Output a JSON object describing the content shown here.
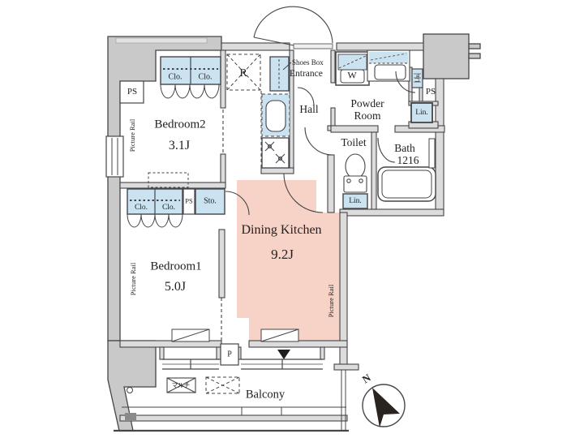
{
  "floorplan": {
    "rooms": {
      "bedroom2": {
        "name": "Bedroom2",
        "size": "3.1J"
      },
      "bedroom1": {
        "name": "Bedroom1",
        "size": "5.0J"
      },
      "dining_kitchen": {
        "name": "Dining Kitchen",
        "size": "9.2J"
      },
      "hall": {
        "name": "Hall"
      },
      "powder_room": {
        "line1": "Powder",
        "line2": "Room"
      },
      "toilet": {
        "name": "Toilet"
      },
      "bath": {
        "name": "Bath",
        "size": "1216"
      },
      "entrance": {
        "name": "Entrance"
      },
      "balcony": {
        "name": "Balcony"
      }
    },
    "labels": {
      "shoes_box": "Shoes Box",
      "refrigerator": "R",
      "washer": "W",
      "closet": "Clo.",
      "storage": "Sto.",
      "linen": "Lin.",
      "pipe_space": "PS",
      "picture_rail": "Picture Rail",
      "meter_box": "P",
      "multi_outlet": "マルチ",
      "compass_north": "N"
    },
    "colors": {
      "fixture_blue": "#cbe3f0",
      "dining_pink": "#f7d2c6",
      "wall_gray": "#c9c9c9"
    }
  }
}
